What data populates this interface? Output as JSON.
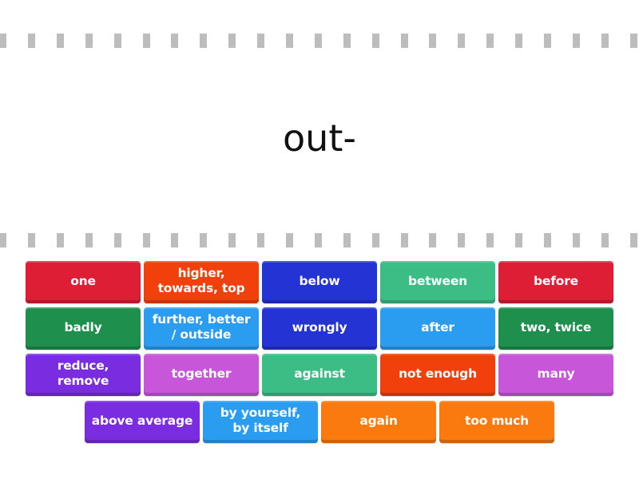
{
  "prompt": {
    "text": "out-"
  },
  "colors": {
    "red": "#dd1e35",
    "orange_red": "#f2400c",
    "blue": "#2433d4",
    "teal": "#3dbd86",
    "green": "#1e8f4c",
    "sky": "#2a9df0",
    "purple": "#7a2de0",
    "magenta": "#c757d8",
    "orange": "#fb7a10",
    "dash": "#bdbdbd"
  },
  "tiles": [
    {
      "label": "one",
      "color": "#dd1e35"
    },
    {
      "label": "higher,\ntowards, top",
      "color": "#f2400c"
    },
    {
      "label": "below",
      "color": "#2433d4"
    },
    {
      "label": "between",
      "color": "#3dbd86"
    },
    {
      "label": "before",
      "color": "#dd1e35"
    },
    {
      "label": "badly",
      "color": "#1e8f4c"
    },
    {
      "label": "further, better\n/ outside",
      "color": "#2a9df0"
    },
    {
      "label": "wrongly",
      "color": "#2433d4"
    },
    {
      "label": "after",
      "color": "#2a9df0"
    },
    {
      "label": "two, twice",
      "color": "#1e8f4c"
    },
    {
      "label": "reduce,\nremove",
      "color": "#7a2de0"
    },
    {
      "label": "together",
      "color": "#c757d8"
    },
    {
      "label": "against",
      "color": "#3dbd86"
    },
    {
      "label": "not enough",
      "color": "#f2400c"
    },
    {
      "label": "many",
      "color": "#c757d8"
    },
    {
      "label": "above average",
      "color": "#7a2de0"
    },
    {
      "label": "by yourself,\nby itself",
      "color": "#2a9df0"
    },
    {
      "label": "again",
      "color": "#fb7a10"
    },
    {
      "label": "too much",
      "color": "#fb7a10"
    }
  ]
}
